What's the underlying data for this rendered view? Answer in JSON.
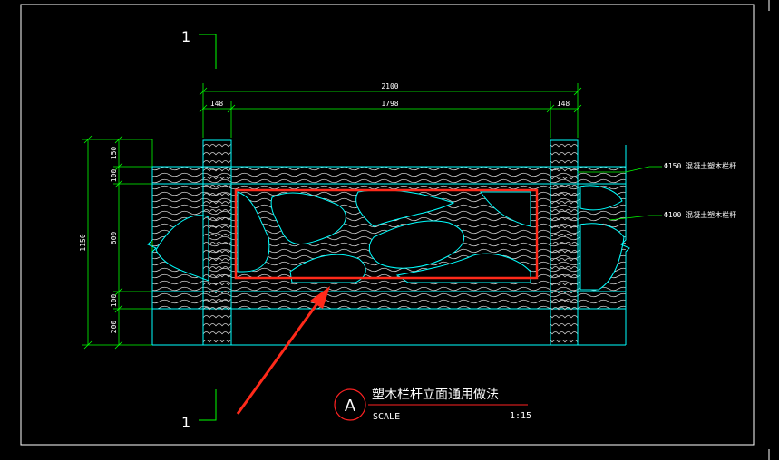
{
  "drawing": {
    "section_mark_top": "1",
    "section_mark_bottom": "1",
    "overall_width": "2100",
    "post_left_width": "148",
    "span_width": "1798",
    "post_right_width": "148",
    "total_height": "1150",
    "height_segments": [
      "150",
      "100",
      "600",
      "100",
      "200"
    ],
    "callout_top": "Φ150 混凝土塑木栏杆",
    "callout_mid": "Φ100 混凝土塑木栏杆",
    "title_bubble": "A",
    "title_text": "塑木栏杆立面通用做法",
    "scale_label": "SCALE",
    "scale_value": "1:15"
  },
  "colors": {
    "background": "#000000",
    "frame": "#ffffff",
    "geometry": "#00ffff",
    "dimension": "#00ff00",
    "highlight": "#ff2a1a",
    "bubble": "#ff2222"
  }
}
